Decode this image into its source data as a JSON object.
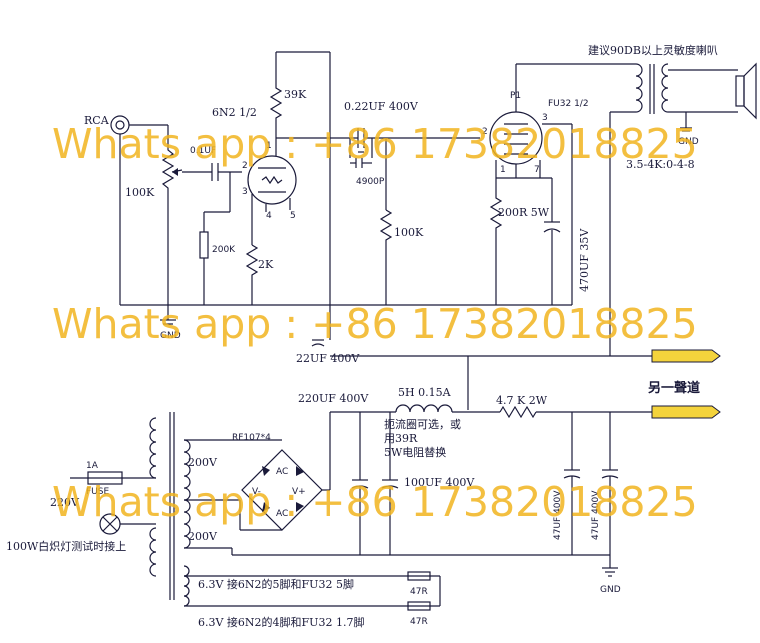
{
  "labels": {
    "rca": "RCA",
    "tube1": "6N2  1/2",
    "tube2": "FU32  1/2",
    "p1": "P1",
    "speaker_note": "建议90DB以上灵敏度喇叭",
    "r_39k": "39K",
    "c_022": "0.22UF 400V",
    "c_01": "0.1UF",
    "r_100k_vol": "100K",
    "r_200k": "200K",
    "r_2k": "2K",
    "c_4900p": "4900P",
    "r_100k": "100K",
    "r_200r": "200R 5W",
    "c_470": "470UF 35V",
    "gnd1": "GND",
    "gnd2": "GND",
    "gnd3": "GND",
    "ratio": "3.5-4K:0-4-8",
    "c_22uf": "22UF 400V",
    "c_220uf": "220UF 400V",
    "choke": "5H  0.15A",
    "choke_note1": "扼流圈可选，或",
    "choke_note2": "用39R",
    "choke_note3": "5W电阻替换",
    "r_47k": "4.7 K 2W",
    "other_channel": "另一聲道",
    "rf107": "RF107*4",
    "v200_top": "200V",
    "v200_bot": "200V",
    "fuse_rating": "1A",
    "fuse": "FUSE",
    "mains": "220V",
    "lamp_note": "100W白炽灯测试时接上",
    "c_100uf": "100UF 400V",
    "c_47uf_a": "47UF 400V",
    "c_47uf_b": "47UF 400V",
    "heater1": "6.3V   接6N2的5脚和FU32  5脚",
    "heater2": "6.3V  接6N2的4脚和FU32  1.7脚",
    "r_47r_a": "47R",
    "r_47r_b": "47R",
    "ac1": "AC",
    "ac2": "AC",
    "vplus": "V+",
    "vminus": "V-",
    "pin1": "1",
    "pin2": "2",
    "pin3": "3",
    "pin4": "4",
    "pin5": "5",
    "fpin1": "1",
    "fpin2": "2",
    "fpin3": "3",
    "fpin7": "7"
  },
  "watermark": "Whats app : +86 17382018825",
  "colors": {
    "ink": "#1a1a3a",
    "watermark": "#f2b51f",
    "probe": "#f4d33c"
  }
}
